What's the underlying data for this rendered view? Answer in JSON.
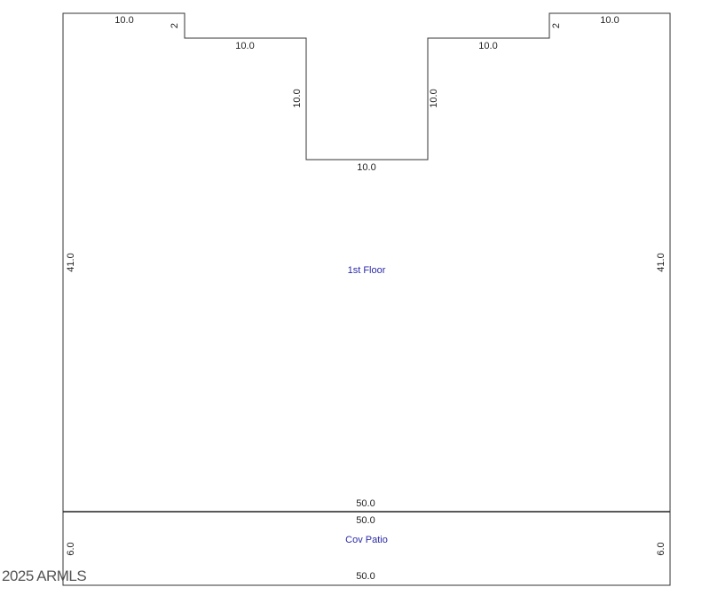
{
  "colors": {
    "wall": "#333333",
    "room_label": "#2a2aa8",
    "dimension": "#222222"
  },
  "rooms": {
    "first_floor": "1st Floor",
    "cov_patio": "Cov Patio"
  },
  "dimensions": {
    "top_left_run": "10.0",
    "top_left_step": "2",
    "left_shoulder": "10.0",
    "notch_left_depth": "10.0",
    "notch_bottom": "10.0",
    "notch_right_depth": "10.0",
    "right_shoulder": "10.0",
    "top_right_step": "2",
    "top_right_run": "10.0",
    "floor_left_side": "41.0",
    "floor_right_side": "41.0",
    "floor_bottom": "50.0",
    "patio_top": "50.0",
    "patio_left_side": "6.0",
    "patio_right_side": "6.0",
    "patio_bottom": "50.0"
  },
  "watermark": "2025 ARMLS"
}
